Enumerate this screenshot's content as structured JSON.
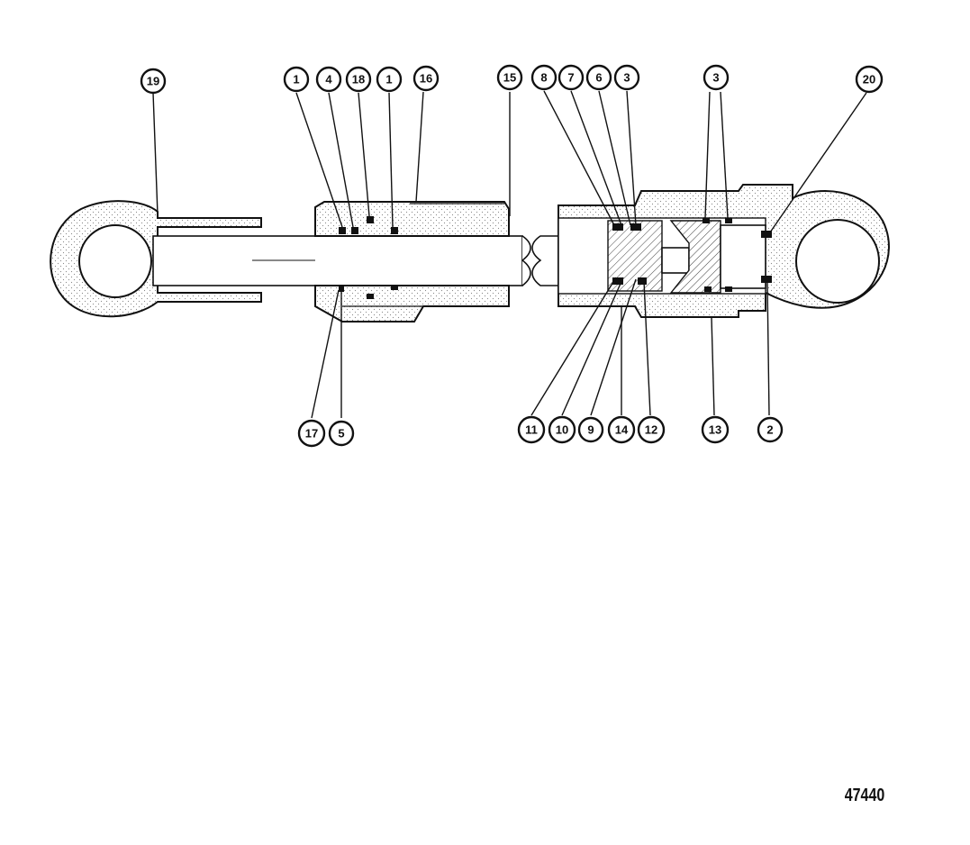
{
  "figure_number": "47440",
  "callouts": [
    {
      "label": "19"
    },
    {
      "label": "1"
    },
    {
      "label": "4"
    },
    {
      "label": "18"
    },
    {
      "label": "1"
    },
    {
      "label": "16"
    },
    {
      "label": "15"
    },
    {
      "label": "8"
    },
    {
      "label": "7"
    },
    {
      "label": "6"
    },
    {
      "label": "3"
    },
    {
      "label": "3"
    },
    {
      "label": "20"
    },
    {
      "label": "17"
    },
    {
      "label": "5"
    },
    {
      "label": "11"
    },
    {
      "label": "10"
    },
    {
      "label": "9"
    },
    {
      "label": "14"
    },
    {
      "label": "12"
    },
    {
      "label": "13"
    },
    {
      "label": "2"
    }
  ]
}
